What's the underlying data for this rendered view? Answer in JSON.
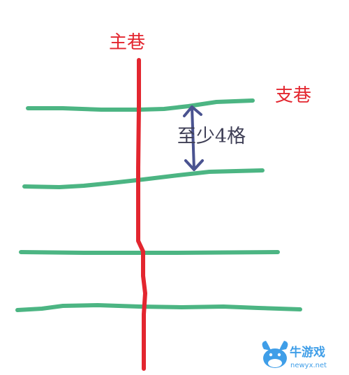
{
  "labels": {
    "main_lane": "主巷",
    "branch_lane": "支巷",
    "min_gap": "至少4格"
  },
  "watermark": {
    "name": "牛游戏",
    "url": "newyx.net"
  },
  "colors": {
    "main_lane": "#e3262f",
    "branch_lane": "#4cb583",
    "gap_arrow": "#4a5390",
    "gap_text": "#3f3f56",
    "watermark": "#3f9ee8"
  }
}
